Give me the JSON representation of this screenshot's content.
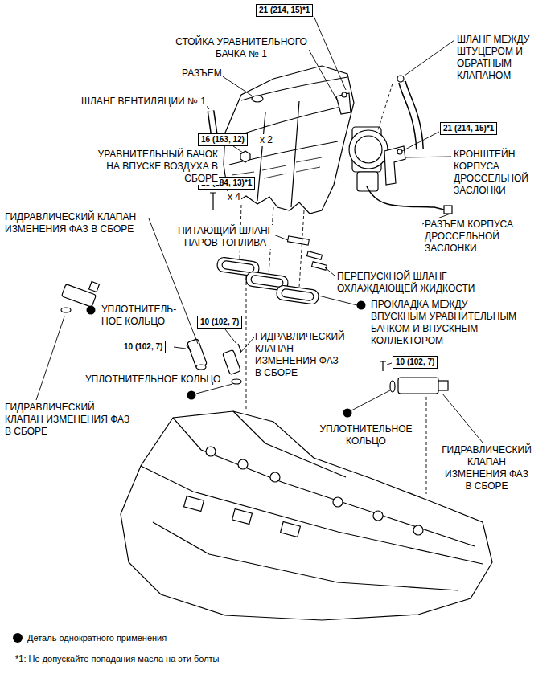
{
  "diagram": {
    "nodes": [
      {
        "text": [
          "21 (214, 15)*1"
        ]
      },
      {
        "text": [
          "21 (214, 15)*1"
        ]
      },
      {
        "text": [
          "16 (163, 12)"
        ]
      },
      {
        "text": [
          "18 (184, 13)*1"
        ]
      },
      {
        "text": [
          "10 (102, 7)"
        ]
      },
      {
        "text": [
          "10 (102, 7)"
        ]
      },
      {
        "text": [
          "10 (102, 7)"
        ]
      }
    ],
    "labels": [
      "СТОЙКА УРАВНИТЕЛЬНОГО БАЧКА № 1",
      "РАЗЪЕМ",
      "ШЛАНГ МЕЖДУ ШТУЦЕРОМ И ОБРАТНЫМ КЛАПАНОМ",
      "ШЛАНГ ВЕНТИЛЯЦИИ № 1",
      "x 2",
      "УРАВНИТЕЛЬНЫЙ БАЧОК НА ВПУСКЕ ВОЗДУХА В СБОРЕ",
      "КРОНШТЕЙН КОРПУСА ДРОССЕЛЬНОЙ ЗАСЛОНКИ",
      "x 4",
      "ГИДРАВЛИЧЕСКИЙ КЛАПАН ИЗМЕНЕНИЯ ФАЗ В СБОРЕ",
      "ПИТАЮЩИЙ ШЛАНГ ПАРОВ ТОПЛИВА",
      "РАЗЪЕМ КОРПУСА ДРОССЕЛЬНОЙ ЗАСЛОНКИ",
      "ПЕРЕПУСКНОЙ ШЛАНГ ОХЛАЖДАЮЩЕЙ ЖИДКОСТИ",
      "УПЛОТНИТЕЛЬ- НОЕ КОЛЬЦО",
      "ПРОКЛАДКА МЕЖДУ ВПУСКНЫМ УРАВНИТЕЛЬНЫМ БАЧКОМ И ВПУСКНЫМ КОЛЛЕКТОРОМ",
      "ГИДРАВЛИЧЕСКИЙ КЛАПАН ИЗМЕНЕНИЯ ФАЗ В СБОРЕ",
      "УПЛОТНИТЕЛЬНОЕ КОЛЬЦО",
      "ГИДРАВЛИЧЕСКИЙ КЛАПАН ИЗМЕНЕНИЯ ФАЗ В СБОРЕ",
      "УПЛОТНИТЕЛЬНОЕ КОЛЬЦО",
      "ГИДРАВЛИЧЕСКИЙ КЛАПАН ИЗМЕНЕНИЯ ФАЗ В СБОРЕ",
      "*1: Не допускайте попадания масла на эти болты"
    ],
    "legend": [
      {
        "text": "Деталь однократного применения"
      }
    ]
  }
}
